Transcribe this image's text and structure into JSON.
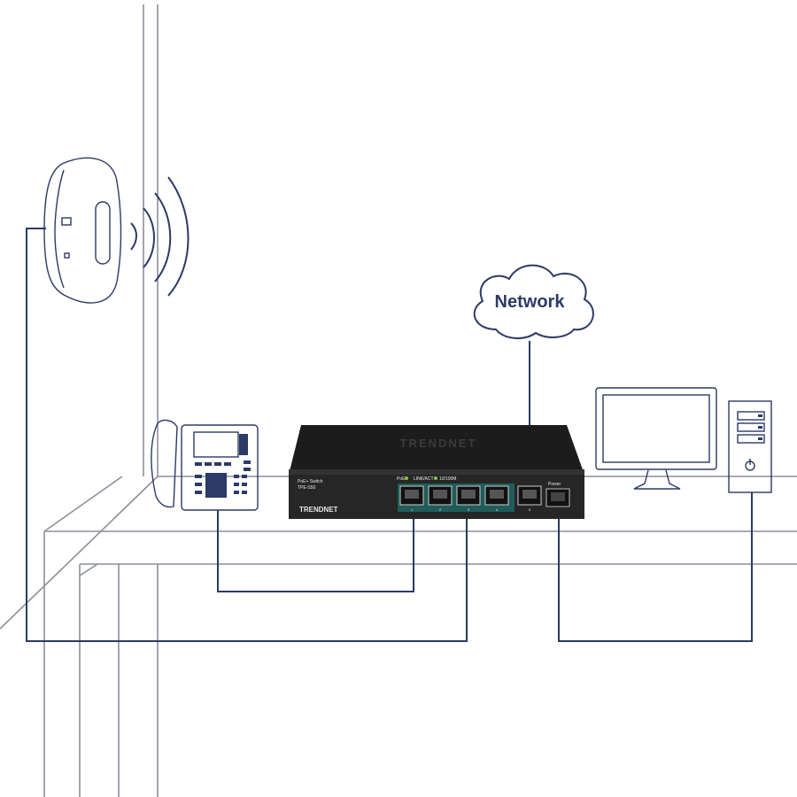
{
  "cloud": {
    "label": "Network"
  },
  "switch": {
    "model_line1": "PoE+ Switch",
    "model_line2": "TPE-S50",
    "brand": "TRENDNET",
    "top_brand": "TRENDNET",
    "poe_label": "PoE",
    "link_label": "LINK/ACT",
    "speed_label": "10/100M",
    "power_label": "Power",
    "port_numbers": [
      "1",
      "2",
      "3",
      "4",
      "5"
    ]
  },
  "colors": {
    "wire": "#2b3a67",
    "room": "#8a8f99",
    "switch_body": "#2a2a2a",
    "poe_ports": "#1f5c5a"
  }
}
